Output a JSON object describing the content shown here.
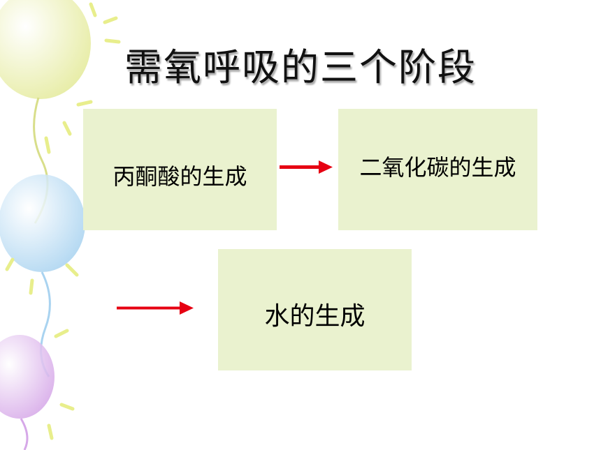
{
  "slide": {
    "title": "需氧呼吸的三个阶段",
    "stages": [
      {
        "label": "丙酮酸的生成"
      },
      {
        "label": "二氧化碳的生成"
      },
      {
        "label": "水的生成"
      }
    ]
  },
  "colors": {
    "box_fill": "#eaf2cf",
    "arrow": "#e60012",
    "title_text": "#111111",
    "balloon_yellow": "#f1f4b8",
    "balloon_blue": "#cde6f7",
    "balloon_purple": "#e3c4ee"
  },
  "icons": {
    "arrow1": "right-arrow",
    "arrow2": "right-arrow"
  }
}
